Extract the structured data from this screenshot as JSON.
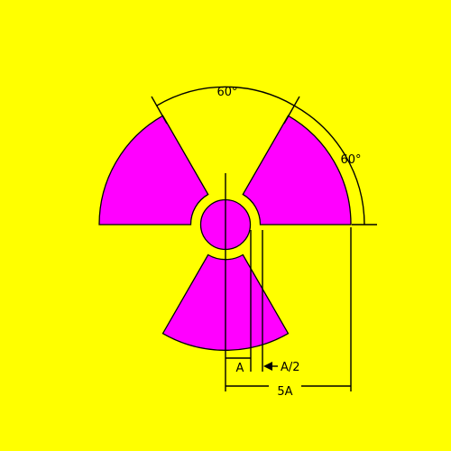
{
  "colors": {
    "background": "#ffff00",
    "trefoil": "#ff00ff",
    "lines": "#000000"
  },
  "labels": {
    "top_angle": "60°",
    "right_angle": "60°",
    "dim_a": "A",
    "dim_half_a": "A/2",
    "dim_5a": "5A"
  }
}
